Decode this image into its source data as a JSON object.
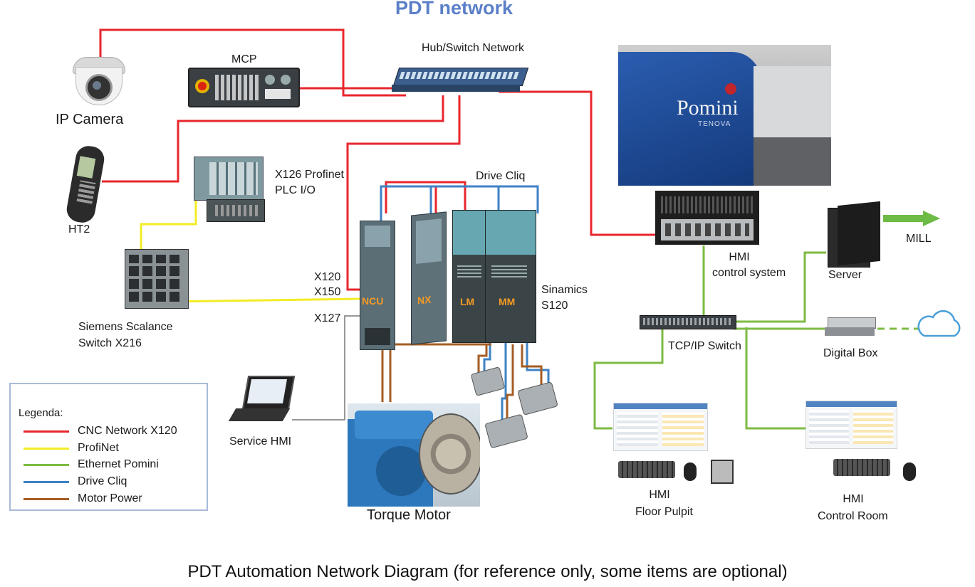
{
  "title": "PDT network",
  "caption": "PDT Automation Network Diagram (for reference only, some items are optional)",
  "colors": {
    "cnc": "#e8262c",
    "profinet": "#f2ec25",
    "ethernet": "#7dbb43",
    "drivecliq": "#3e82c5",
    "motor_power": "#a45d24"
  },
  "labels": {
    "ip_camera": "IP Camera",
    "mcp": "MCP",
    "hub_switch": "Hub/Switch Network",
    "ht2": "HT2",
    "x126": "X126 Profinet",
    "plc_io": "PLC I/O",
    "drive_cliq": "Drive Cliq",
    "x120": "X120",
    "x150": "X150",
    "x127": "X127",
    "scalance_1": "Siemens Scalance",
    "scalance_2": "Switch X216",
    "sinamics_1": "Sinamics",
    "sinamics_2": "S120",
    "ncu": "NCU",
    "nx": "NX",
    "lm": "LM",
    "mm": "MM",
    "service_hmi": "Service HMI",
    "torque_motor": "Torque Motor",
    "hmi_control_1": "HMI",
    "hmi_control_2": "control system",
    "server": "Server",
    "mill": "MILL",
    "tcpip_switch": "TCP/IP Switch",
    "digital_box": "Digital Box",
    "hmi_floor_1": "HMI",
    "hmi_floor_2": "Floor Pulpit",
    "hmi_room_1": "HMI",
    "hmi_room_2": "Control Room",
    "pomini": "Pomini",
    "tenova": "TENOVA"
  },
  "legend": {
    "heading": "Legenda:",
    "items": [
      {
        "label": "CNC Network X120",
        "color": "#e8262c"
      },
      {
        "label": "ProfiNet",
        "color": "#f2ec25"
      },
      {
        "label": "Ethernet Pomini",
        "color": "#7dbb43"
      },
      {
        "label": "Drive Cliq",
        "color": "#3e82c5"
      },
      {
        "label": "Motor Power",
        "color": "#a45d24"
      }
    ]
  }
}
